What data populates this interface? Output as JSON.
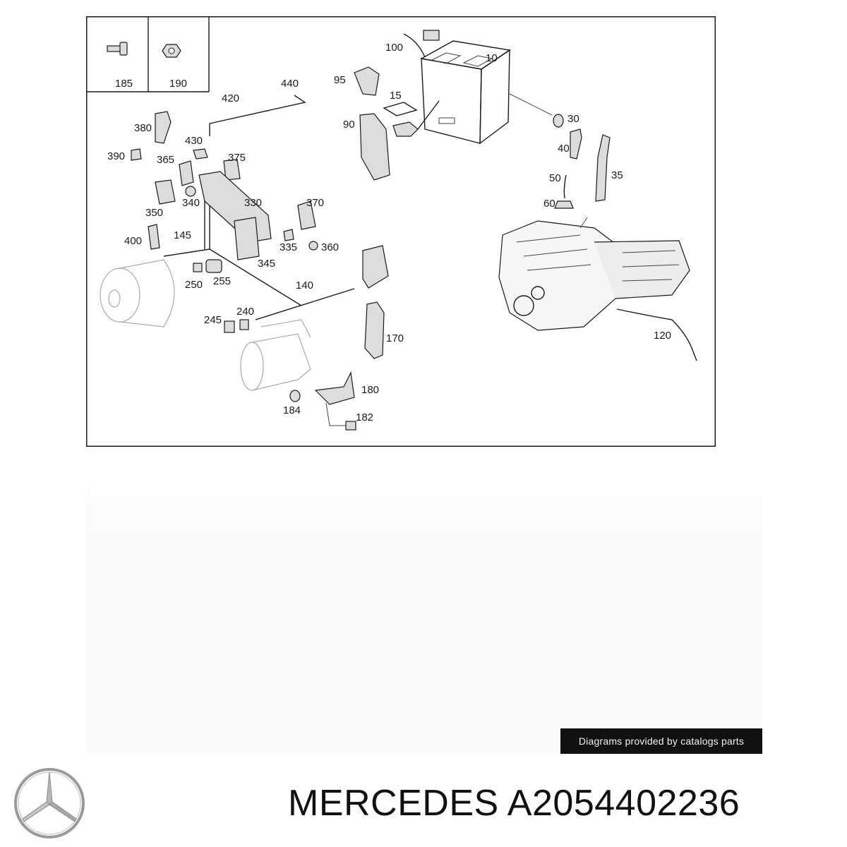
{
  "diagram": {
    "inset_labels": [
      "185",
      "190"
    ],
    "callouts": {
      "c100": "100",
      "c10": "10",
      "c95": "95",
      "c15": "15",
      "c90": "90",
      "c30": "30",
      "c40": "40",
      "c35": "35",
      "c50": "50",
      "c60": "60",
      "c440": "440",
      "c420": "420",
      "c380": "380",
      "c430": "430",
      "c390": "390",
      "c365": "365",
      "c375": "375",
      "c330": "330",
      "c350": "350",
      "c340": "340",
      "c370": "370",
      "c400": "400",
      "c145": "145",
      "c335": "335",
      "c360": "360",
      "c345": "345",
      "c250": "250",
      "c255": "255",
      "c140": "140",
      "c245": "245",
      "c240": "240",
      "c170": "170",
      "c180": "180",
      "c184": "184",
      "c182": "182",
      "c120": "120"
    }
  },
  "credit": {
    "text": "Diagrams provided by catalogs parts"
  },
  "title": {
    "brand": "MERCEDES",
    "part_number": "A2054402236"
  },
  "colors": {
    "badge_bg": "#111111",
    "line": "#1a1a1a",
    "logo": "#9a9a9a"
  }
}
